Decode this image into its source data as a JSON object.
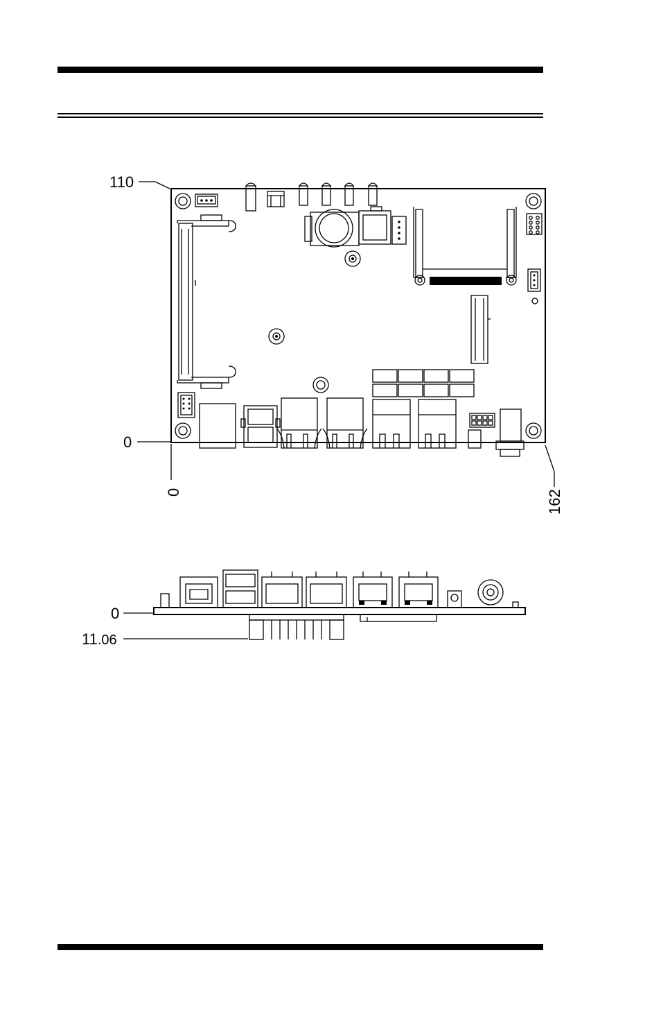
{
  "top_view": {
    "dim_top_left": "110",
    "dim_left_origin": "0",
    "dim_bottom_origin": "0",
    "dim_right": "162"
  },
  "side_view": {
    "dim_board_origin": "0",
    "dim_depth_main": "11",
    "dim_depth_decimal": ".06"
  }
}
